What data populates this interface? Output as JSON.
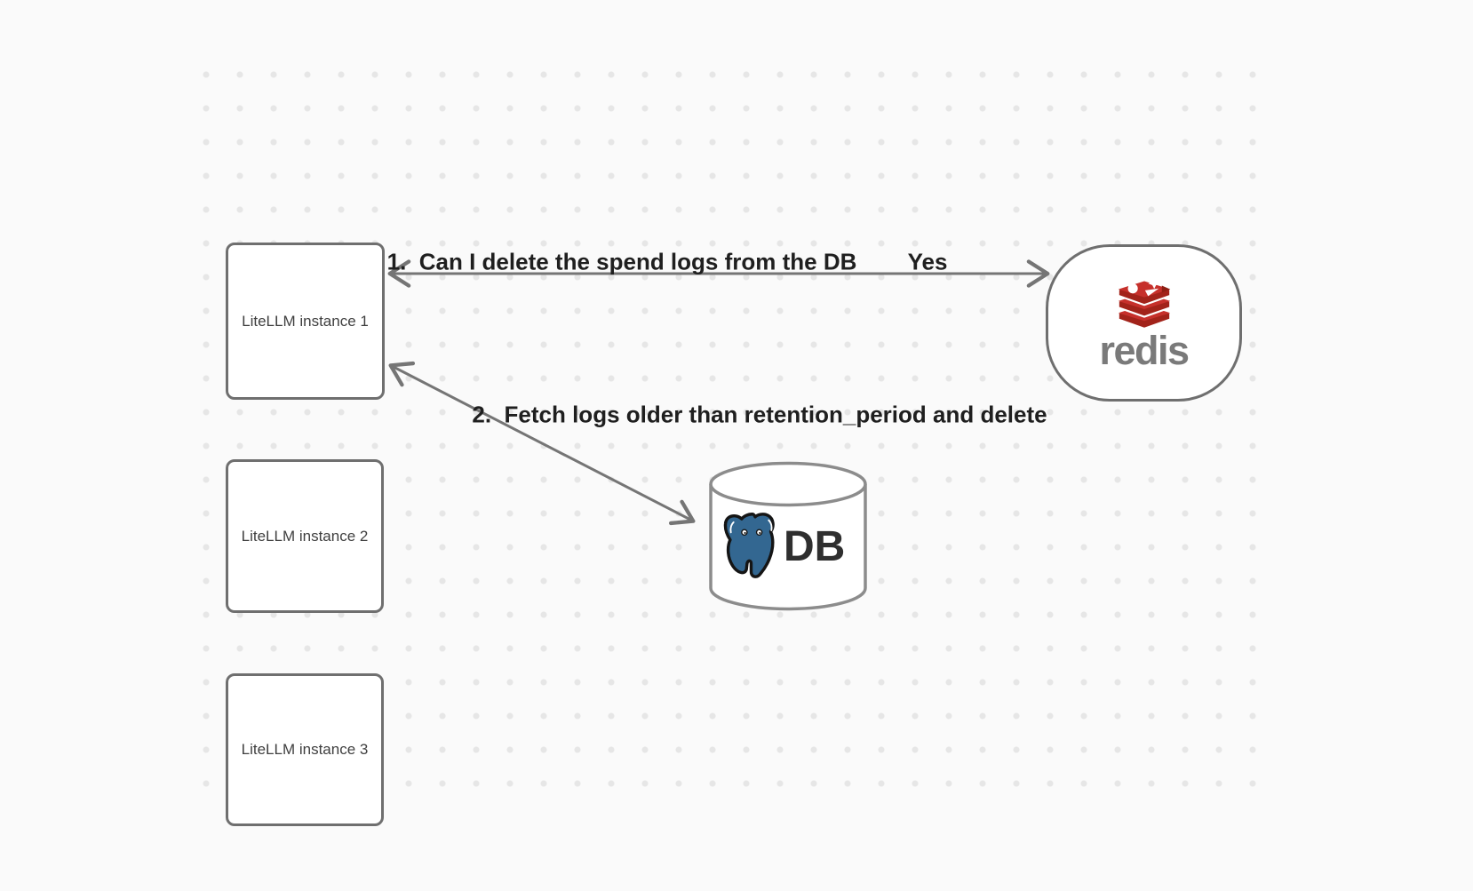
{
  "diagram": {
    "instances": [
      {
        "label": "LiteLLM instance 1"
      },
      {
        "label": "LiteLLM instance 2"
      },
      {
        "label": "LiteLLM instance 3"
      }
    ],
    "redis_node": {
      "wordmark": "redis",
      "logo_icon": "redis-stack-logo"
    },
    "db_node": {
      "label": "DB",
      "logo_icon": "postgresql-elephant-logo"
    },
    "edges": [
      {
        "id": "1",
        "label": "1.  Can I delete the spend logs from the DB",
        "reply": "Yes"
      },
      {
        "id": "2",
        "label": "2.  Fetch logs older than retention_period and delete"
      }
    ],
    "colors": {
      "background": "#fafafa",
      "dot_color": "#e6e6e6",
      "node_border": "#6f6f6f",
      "arrow": "#757575",
      "edge_label_text": "#1f1f1f",
      "node_text": "#3f3f3f",
      "redis_red": "#c6302b",
      "redis_red_dark": "#a2231a",
      "redis_wordmark_gray": "#7a7a7a",
      "postgres_blue": "#336791",
      "db_text": "#2f2f2f"
    }
  }
}
